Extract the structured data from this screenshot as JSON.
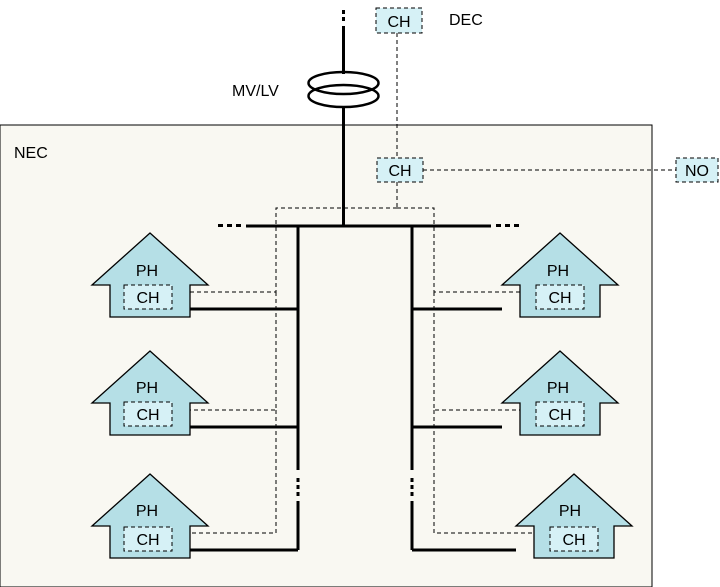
{
  "labels": {
    "dec": "DEC",
    "nec": "NEC",
    "transformer": "MV/LV",
    "no": "NO",
    "ch": "CH",
    "ph": "PH"
  },
  "colors": {
    "nec_background": "#f9f8f2",
    "house_fill": "#b5dfe6",
    "ch_fill": "#d6f1f6",
    "line": "#000000"
  }
}
